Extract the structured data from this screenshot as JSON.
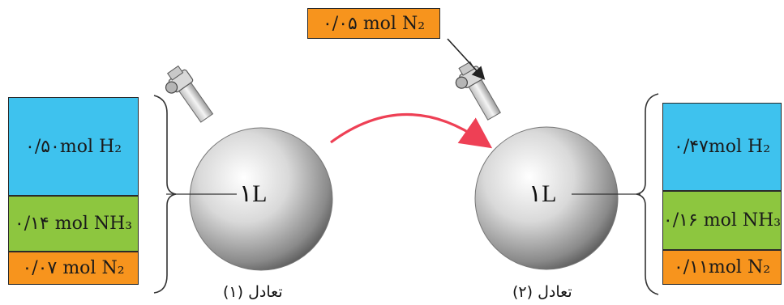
{
  "added": {
    "label": "٠/٠۵ mol N₂"
  },
  "left_flask": {
    "volume": "١L",
    "caption": "تعادل (١)",
    "amounts": [
      {
        "label": "٠/۵٠mol H₂",
        "color": "#3ec2ee"
      },
      {
        "label": "٠/١۴ mol NH₃",
        "color": "#8dc63f"
      },
      {
        "label": "٠/٠٧ mol N₂",
        "color": "#f7941d"
      }
    ]
  },
  "right_flask": {
    "volume": "١L",
    "caption": "تعادل (٢)",
    "amounts": [
      {
        "label": "٠/۴٧mol H₂",
        "color": "#3ec2ee"
      },
      {
        "label": "٠/١۶ mol NH₃",
        "color": "#8dc63f"
      },
      {
        "label": "٠/١١mol N₂",
        "color": "#f7941d"
      }
    ]
  }
}
